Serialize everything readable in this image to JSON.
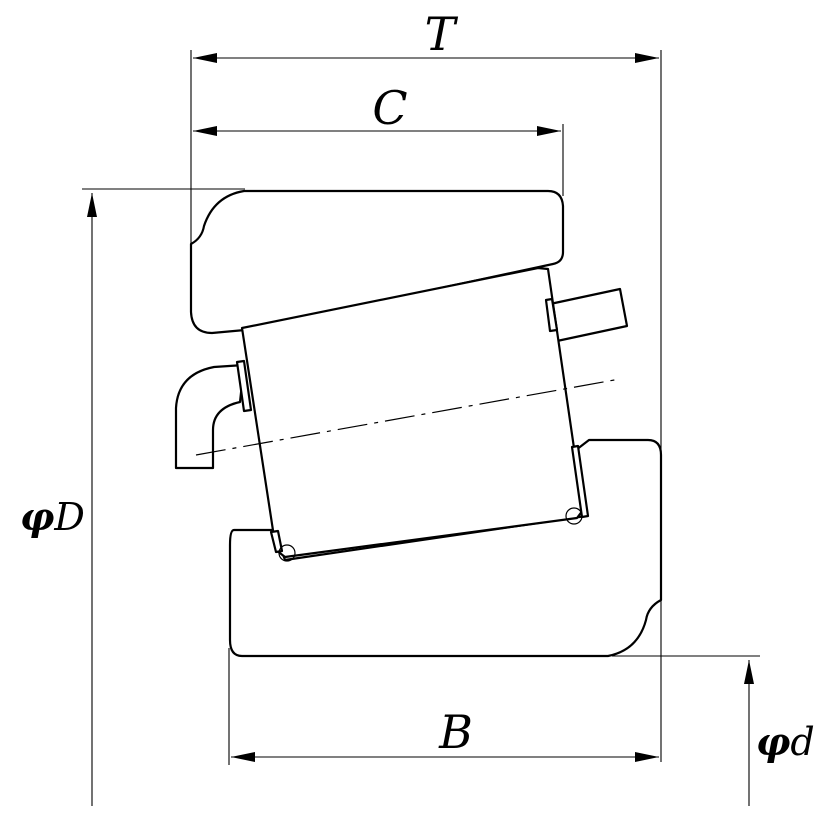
{
  "labels": {
    "T": "T",
    "C": "C",
    "B": "B",
    "D_phi": "φ",
    "D": "D",
    "d_phi": "φ",
    "d": "d"
  },
  "colors": {
    "line": "#000000",
    "background": "#ffffff"
  }
}
